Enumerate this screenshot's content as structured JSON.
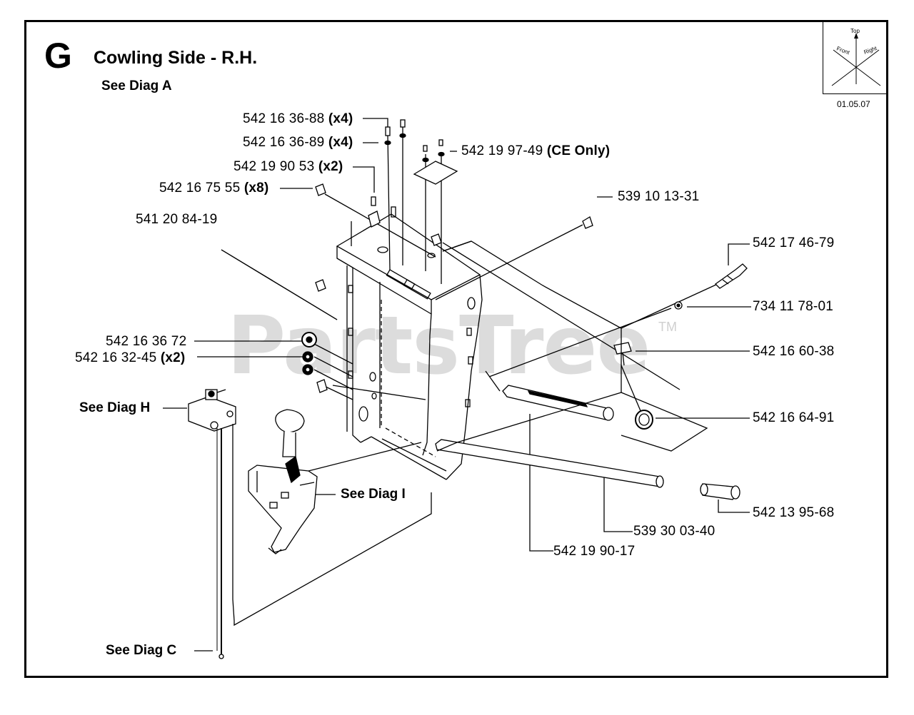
{
  "header": {
    "section_letter": "G",
    "title": "Cowling Side - R.H.",
    "ref_top": "See Diag A"
  },
  "orientation": {
    "top": "Top",
    "front": "Front",
    "right": "Right",
    "date": "01.05.07"
  },
  "watermark": {
    "text": "PartsTree",
    "tm": "TM"
  },
  "parts": [
    {
      "number": "542 16 36-88",
      "qty": "(x4)"
    },
    {
      "number": "542 16 36-89",
      "qty": "(x4)"
    },
    {
      "number": "542 19 90 53",
      "qty": "(x2)"
    },
    {
      "number": "542 16 75 55",
      "qty": "(x8)"
    },
    {
      "number": "541 20 84-19",
      "qty": ""
    },
    {
      "number": "542 19 97-49",
      "qty": "(CE Only)"
    },
    {
      "number": "539 10 13-31",
      "qty": ""
    },
    {
      "number": "542 17 46-79",
      "qty": ""
    },
    {
      "number": "734 11 78-01",
      "qty": ""
    },
    {
      "number": "542 16 60-38",
      "qty": ""
    },
    {
      "number": "542 16 64-91",
      "qty": ""
    },
    {
      "number": "542 13 95-68",
      "qty": ""
    },
    {
      "number": "539 30 03-40",
      "qty": ""
    },
    {
      "number": "542 19 90-17",
      "qty": ""
    },
    {
      "number": "542 16 36 72",
      "qty": ""
    },
    {
      "number": "542 16 32-45",
      "qty": "(x2)"
    }
  ],
  "refs": {
    "diag_h": "See Diag H",
    "diag_i": "See Diag I",
    "diag_c": "See Diag C"
  }
}
